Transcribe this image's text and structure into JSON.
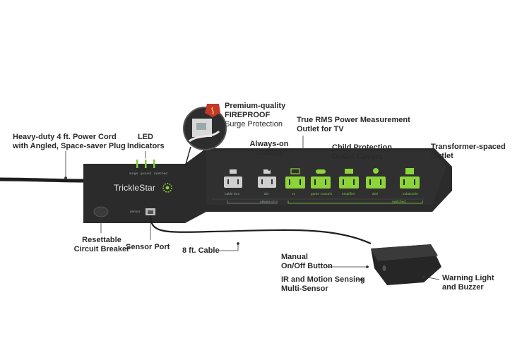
{
  "brand": {
    "name": "TrickleStar"
  },
  "callouts": {
    "power_cord": [
      "Heavy-duty 4 ft. Power Cord",
      "with Angled, Space-saver Plug"
    ],
    "led_indicators": [
      "LED",
      "Indicators"
    ],
    "fireproof": [
      "Premium-quality",
      "FIREPROOF",
      "Surge Protection"
    ],
    "always_on": [
      "Always-on",
      "Outlets"
    ],
    "rms": [
      "True RMS Power Measurement",
      "Outlet for TV"
    ],
    "child_protection": [
      "Child Protection",
      "Outlet Covers"
    ],
    "transformer": [
      "Transformer-spaced",
      "Outlet"
    ],
    "breaker": [
      "Resettable",
      "Circuit Breaker"
    ],
    "sensor_port": [
      "Sensor Port"
    ],
    "cable": [
      "8 ft. Cable"
    ],
    "manual": [
      "Manual",
      "On/Off Button"
    ],
    "ir_sensor": [
      "IR and Motion Sensing",
      "Multi-Sensor"
    ],
    "warning": [
      "Warning Light",
      "and Buzzer"
    ]
  },
  "strip_labels": {
    "led_surge": "surge",
    "led_ground": "ground",
    "led_switched": "switched",
    "outlet_cable_box": "cable box",
    "outlet_dvr": "dvr",
    "always_on": "always on",
    "outlet_tv": "tv",
    "outlet_game": "game console",
    "outlet_amplifier": "amplifier",
    "outlet_dvd": "dvd",
    "outlet_subwoofer": "subwoofer",
    "switched": "switched",
    "sensor": "sensor"
  },
  "colors": {
    "strip_body": "#2b2b2b",
    "strip_top": "#333333",
    "outlet_grey": "#cfcfcf",
    "outlet_green": "#8cd43a",
    "led_green": "#7fcf3a",
    "badge_red": "#c0392b"
  }
}
